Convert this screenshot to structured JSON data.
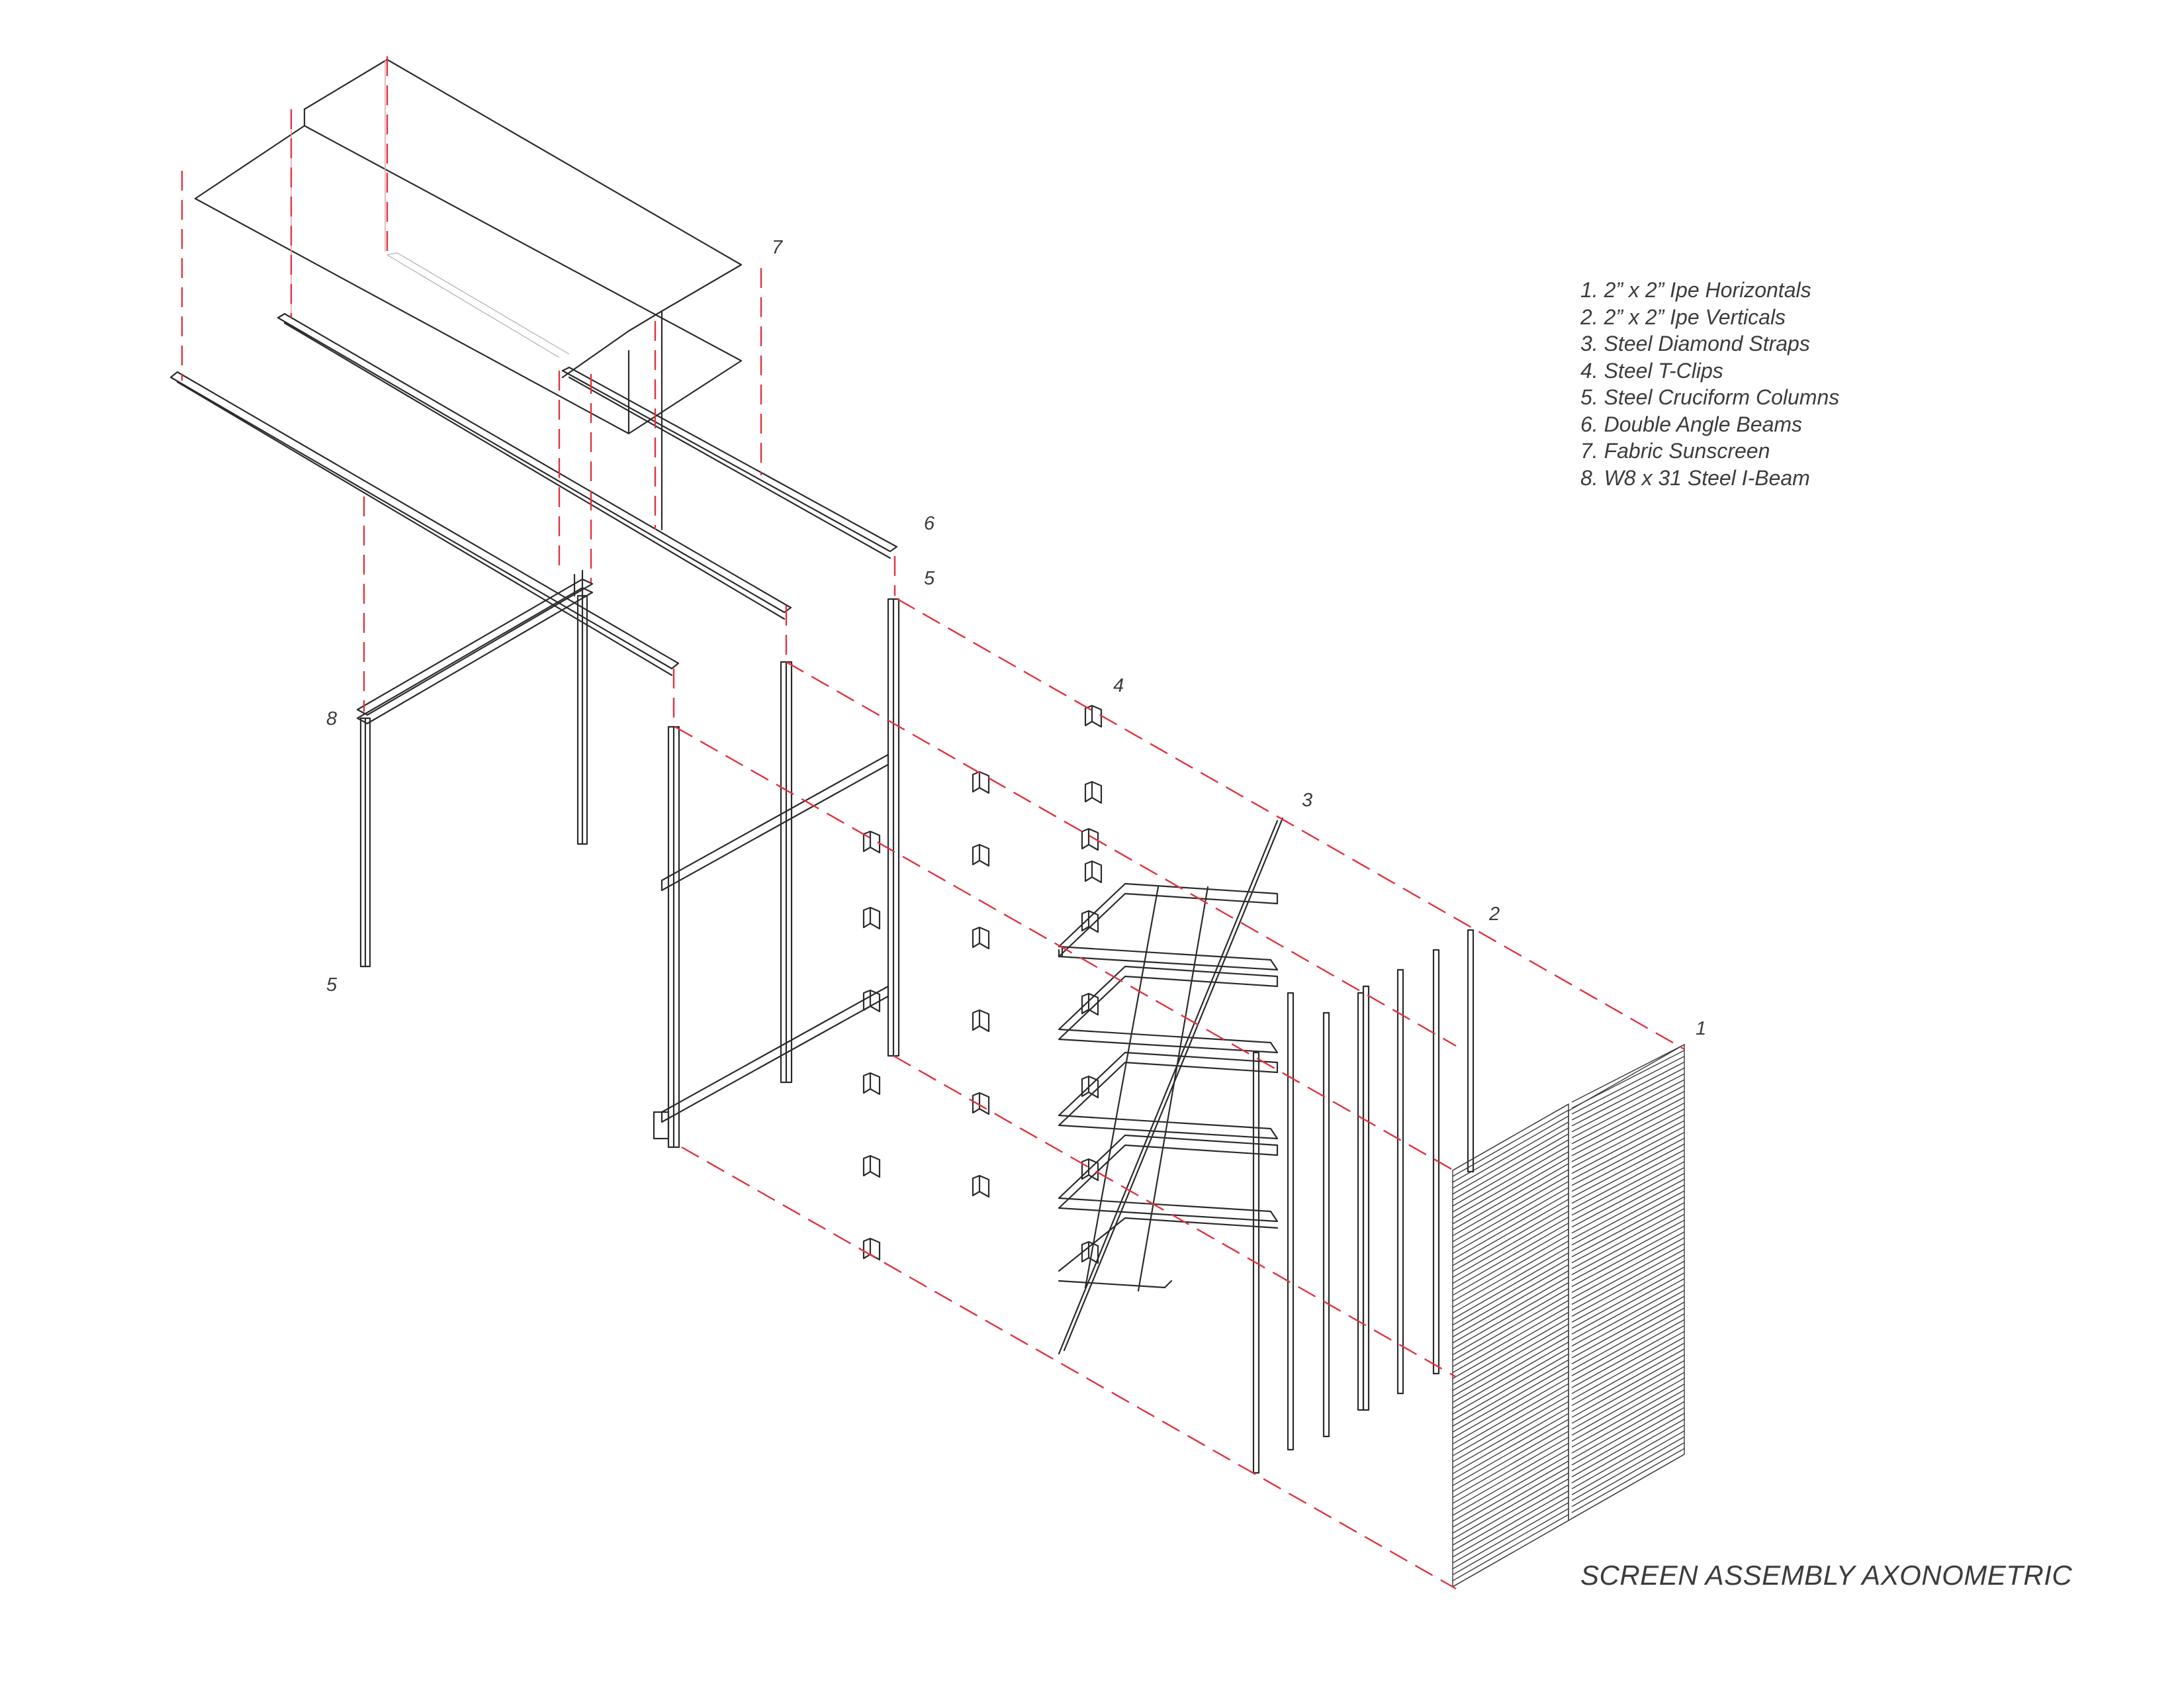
{
  "legend": {
    "items": [
      "1. 2” x 2” Ipe Horizontals",
      "2. 2” x 2” Ipe Verticals",
      "3. Steel Diamond Straps",
      "4. Steel T-Clips",
      "5. Steel Cruciform Columns",
      "6. Double Angle Beams",
      "7. Fabric Sunscreen",
      "8. W8 x 31 Steel I-Beam"
    ]
  },
  "callouts": {
    "c1": "1",
    "c2": "2",
    "c3": "3",
    "c4": "4",
    "c5_top": "5",
    "c5_bottom": "5",
    "c6": "6",
    "c7": "7",
    "c8": "8"
  },
  "title": "SCREEN ASSEMBLY AXONOMETRIC",
  "colors": {
    "line": "#2b2b2b",
    "projection": "#e0323f",
    "text": "#3c3c3c"
  }
}
